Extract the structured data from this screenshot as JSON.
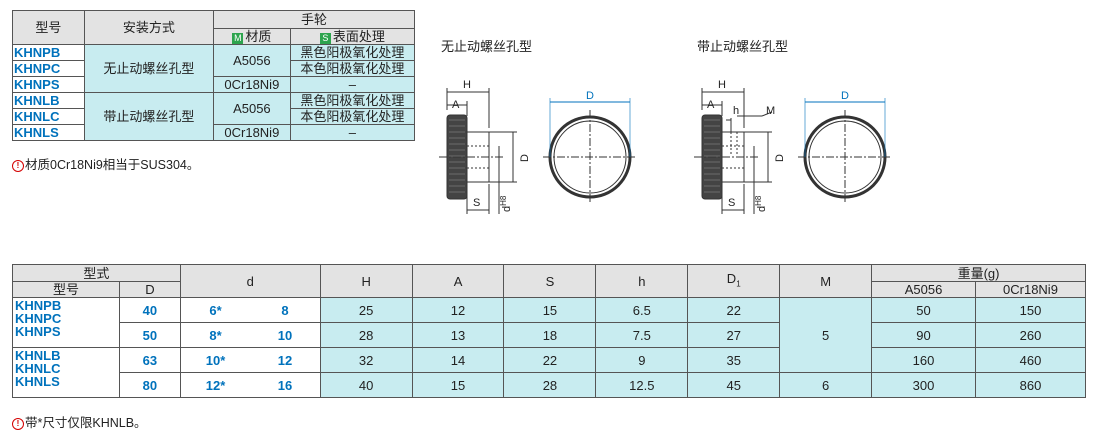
{
  "materials_table": {
    "headers": {
      "model": "型号",
      "install": "安装方式",
      "handwheel": "手轮",
      "material_tag": "M",
      "material": "材质",
      "surface_tag": "S",
      "surface": "表面处理"
    },
    "groups": [
      {
        "install": "无止动螺丝孔型",
        "rows": [
          {
            "model": "KHNPB",
            "material": "A5056",
            "surface": "黑色阳极氧化处理"
          },
          {
            "model": "KHNPC",
            "material": "",
            "surface": "本色阳极氧化处理"
          },
          {
            "model": "KHNPS",
            "material": "0Cr18Ni9",
            "surface": "–"
          }
        ]
      },
      {
        "install": "带止动螺丝孔型",
        "rows": [
          {
            "model": "KHNLB",
            "material": "A5056",
            "surface": "黑色阳极氧化处理"
          },
          {
            "model": "KHNLC",
            "material": "",
            "surface": "本色阳极氧化处理"
          },
          {
            "model": "KHNLS",
            "material": "0Cr18Ni9",
            "surface": "–"
          }
        ]
      }
    ],
    "note": "材质0Cr18Ni9相当于SUS304。"
  },
  "diagrams": {
    "left_caption": "无止动螺丝孔型",
    "right_caption": "带止动螺丝孔型",
    "labels": {
      "H": "H",
      "A": "A",
      "S": "S",
      "D": "D",
      "D1": "D",
      "D1_sub": "1",
      "d": "d",
      "d_sup": "H8",
      "h": "h",
      "M": "M"
    }
  },
  "dimension_table": {
    "headers": {
      "type": "型式",
      "model": "型号",
      "D": "D",
      "d": "d",
      "H": "H",
      "A": "A",
      "S": "S",
      "h": "h",
      "D1": "D",
      "D1_sub": "1",
      "M": "M",
      "weight": "重量(g)",
      "w_a": "A5056",
      "w_b": "0Cr18Ni9"
    },
    "model_groups": [
      "KHNPB\nKHNPC\nKHNPS",
      "KHNLB\nKHNLC\nKHNLS"
    ],
    "models": [
      "KHNPB",
      "KHNPC",
      "KHNPS",
      "KHNLB",
      "KHNLC",
      "KHNLS"
    ],
    "rows": [
      {
        "D": "40",
        "d1": "6*",
        "d2": "8",
        "H": "25",
        "A": "12",
        "S": "15",
        "h": "6.5",
        "D1": "22",
        "w_a": "50",
        "w_b": "150"
      },
      {
        "D": "50",
        "d1": "8*",
        "d2": "10",
        "H": "28",
        "A": "13",
        "S": "18",
        "h": "7.5",
        "D1": "27",
        "w_a": "90",
        "w_b": "260"
      },
      {
        "D": "63",
        "d1": "10*",
        "d2": "12",
        "H": "32",
        "A": "14",
        "S": "22",
        "h": "9",
        "D1": "35",
        "w_a": "160",
        "w_b": "460"
      },
      {
        "D": "80",
        "d1": "12*",
        "d2": "16",
        "H": "40",
        "A": "15",
        "S": "28",
        "h": "12.5",
        "D1": "45",
        "w_a": "300",
        "w_b": "860"
      }
    ],
    "M_values": [
      "5",
      "6"
    ],
    "note": "带*尺寸仅限KHNLB。"
  }
}
